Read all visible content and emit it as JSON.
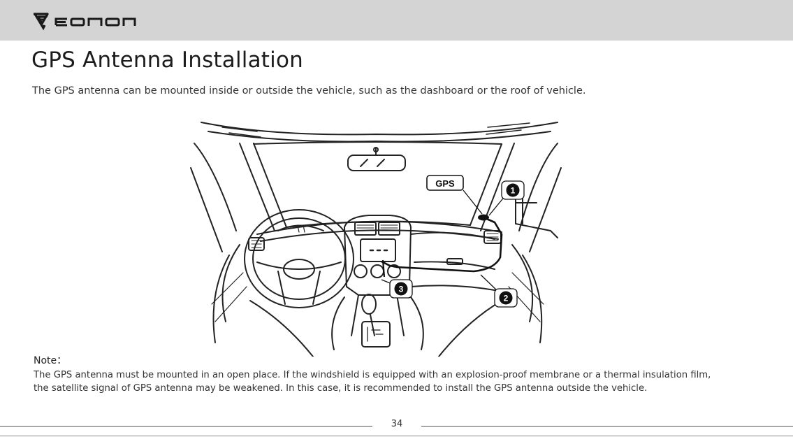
{
  "header": {
    "brand_logo_icon": "eonon-logo-icon"
  },
  "title": "GPS Antenna Installation",
  "intro": "The GPS antenna can be mounted inside or outside the vehicle, such as the dashboard or the roof of vehicle.",
  "diagram": {
    "gps_label": "GPS",
    "callouts": [
      "1",
      "2",
      "3"
    ],
    "icon": "car-interior-diagram-icon"
  },
  "note": {
    "label": "Note：",
    "line1": "The GPS antenna must be mounted in an open place. If the windshield is equipped with an explosion-proof membrane or a thermal insulation film,",
    "line2": "the satellite signal of GPS antenna may be weakened. In this case, it is recommended to install the GPS antenna outside the vehicle."
  },
  "footer": {
    "page_number": "34"
  },
  "colors": {
    "header_bg": "#d4d4d4",
    "title": "#1c1c1c",
    "text": "#333333"
  }
}
